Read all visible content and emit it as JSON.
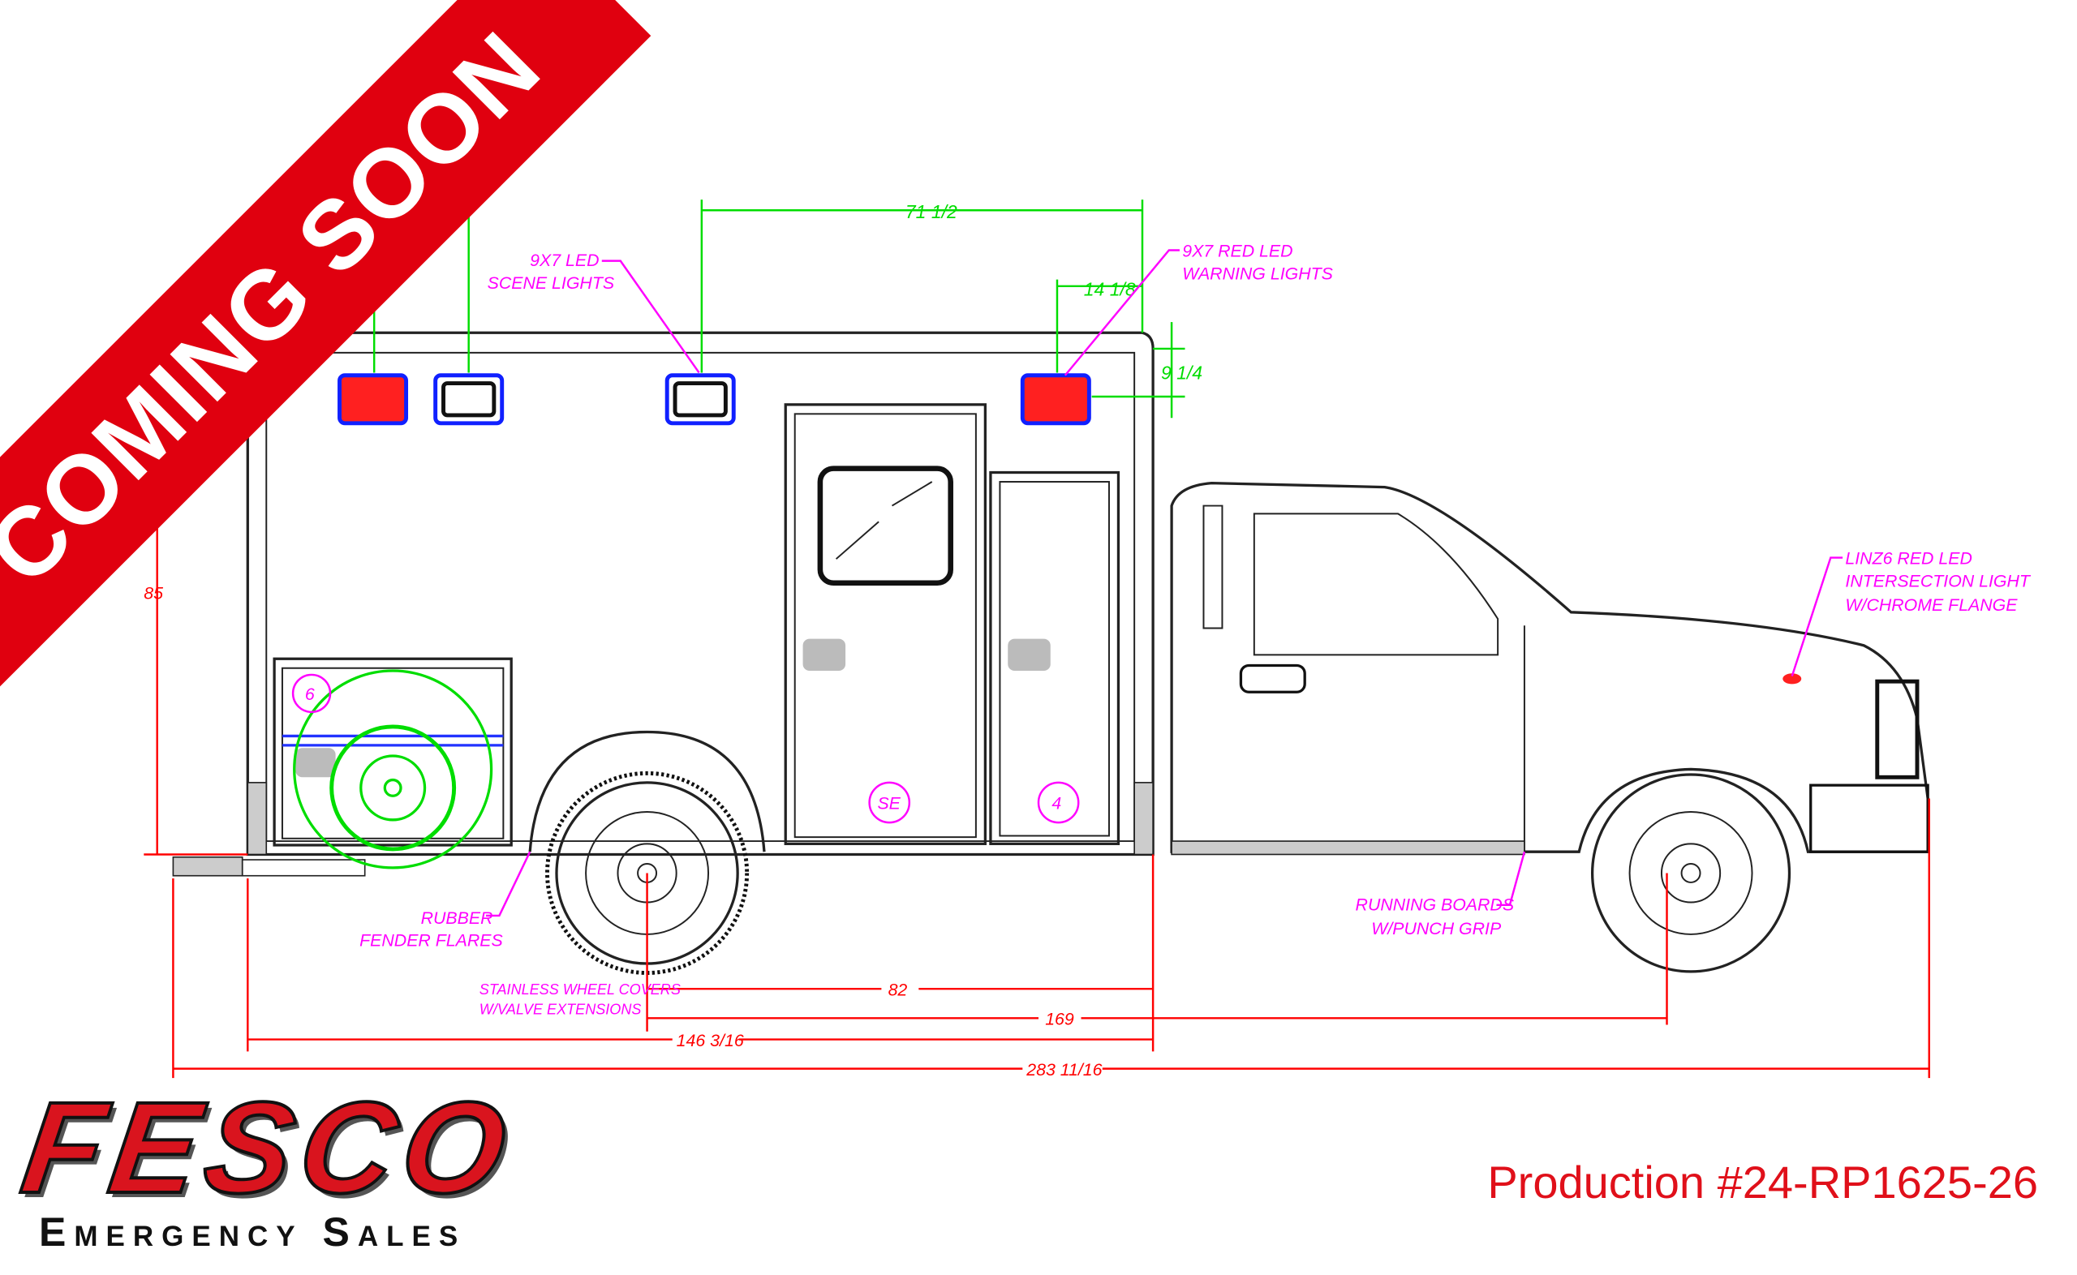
{
  "banner": {
    "text": "COMING SOON",
    "color": "#e0000f"
  },
  "labels": {
    "scene_lights": [
      "9X7 LED",
      "SCENE LIGHTS"
    ],
    "warning_lights": [
      "9X7 RED LED",
      "WARNING LIGHTS"
    ],
    "intersection_light": [
      "LINZ6 RED LED",
      "INTERSECTION LIGHT",
      "W/CHROME FLANGE"
    ],
    "fender_flares": [
      "RUBBER",
      "FENDER FLARES"
    ],
    "wheel_covers": [
      "STAINLESS WHEEL COVERS",
      "W/VALVE EXTENSIONS"
    ],
    "running_boards": [
      "RUNNING BOARDS",
      "W/PUNCH GRIP"
    ]
  },
  "compartments": {
    "c6": "6",
    "cse": "SE",
    "c4": "4"
  },
  "dimensions": {
    "light_span": "71 1/2",
    "light_offset": "14 1/8",
    "light_height": "9 1/4",
    "body_height": "85",
    "rear_axle_to_body_end": "82",
    "wheelbase": "169",
    "body_length": "146 3/16",
    "overall_length": "283 11/16"
  },
  "logo": {
    "brand": "FESCO",
    "tagline": "Emergency Sales"
  },
  "production": "Production #24-RP1625-26",
  "colors": {
    "dimension_red": "#ff0000",
    "dimension_green": "#00dd00",
    "callout": "#ff00ff",
    "text_red": "#e0101a"
  }
}
